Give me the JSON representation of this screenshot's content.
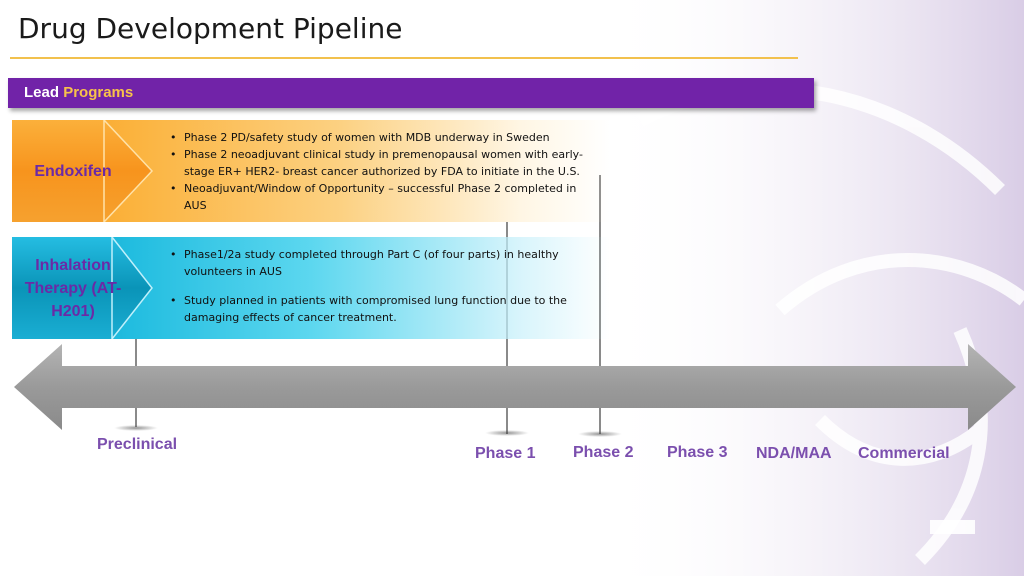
{
  "title": "Drug Development Pipeline",
  "lead_bar": {
    "prefix": "Lead",
    "accent": "Programs"
  },
  "colors": {
    "purple": "#7123a8",
    "gold": "#f8c24a",
    "orange": "#f89a1c",
    "teal": "#22bde0",
    "phase_text": "#7b4fae"
  },
  "programs": [
    {
      "name": "Endoxifen",
      "bullets": [
        "Phase 2 PD/safety study of women with MDB underway in Sweden",
        "Phase 2 neoadjuvant clinical study in premenopausal women with early-stage ER+ HER2- breast cancer authorized by FDA to initiate in the U.S.",
        "Neoadjuvant/Window of Opportunity – successful Phase 2 completed in AUS"
      ]
    },
    {
      "name": "Inhalation Therapy (AT-H201)",
      "bullets": [
        "Phase1/2a study completed through Part C (of four parts) in healthy volunteers in AUS",
        "Study planned in patients with compromised lung function due to the damaging effects of cancer treatment."
      ]
    }
  ],
  "phases": [
    "Preclinical",
    "Phase 1",
    "Phase 2",
    "Phase 3",
    "NDA/MAA",
    "Commercial"
  ]
}
